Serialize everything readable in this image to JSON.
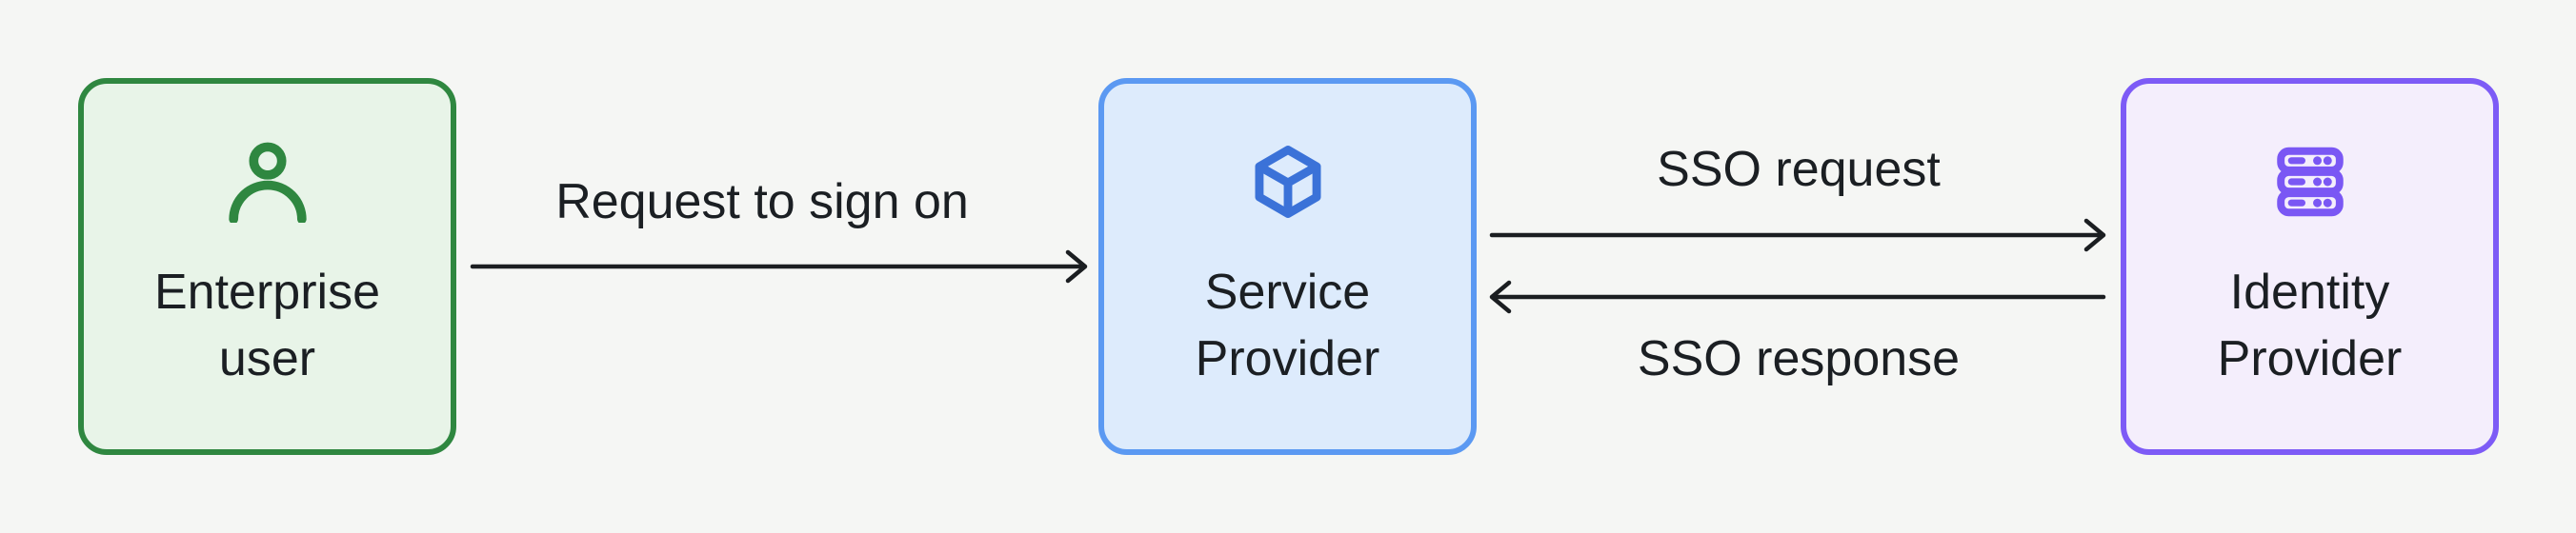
{
  "background_color": "#f5f6f4",
  "text_color": "#1b1f23",
  "arrow_color": "#1b1e21",
  "nodes": {
    "enterprise_user": {
      "label": "Enterprise user",
      "icon": "user-icon",
      "border_color": "#2f8740",
      "fill_color": "#e8f4e8",
      "icon_color": "#2f8740"
    },
    "service_provider": {
      "label": "Service Provider",
      "icon": "cube-icon",
      "border_color": "#5b99f2",
      "fill_color": "#ddebfc",
      "icon_color": "#3b72d8"
    },
    "identity_provider": {
      "label": "Identity Provider",
      "icon": "server-icon",
      "border_color": "#7d5bf6",
      "fill_color": "#f4eefc",
      "icon_color": "#7a57f4"
    }
  },
  "edges": {
    "request_to_sign_on": {
      "label": "Request to sign on",
      "from": "Enterprise user",
      "to": "Service Provider",
      "direction": "right"
    },
    "sso_request": {
      "label": "SSO request",
      "from": "Service Provider",
      "to": "Identity Provider",
      "direction": "right"
    },
    "sso_response": {
      "label": "SSO response",
      "from": "Identity Provider",
      "to": "Service Provider",
      "direction": "left"
    }
  }
}
